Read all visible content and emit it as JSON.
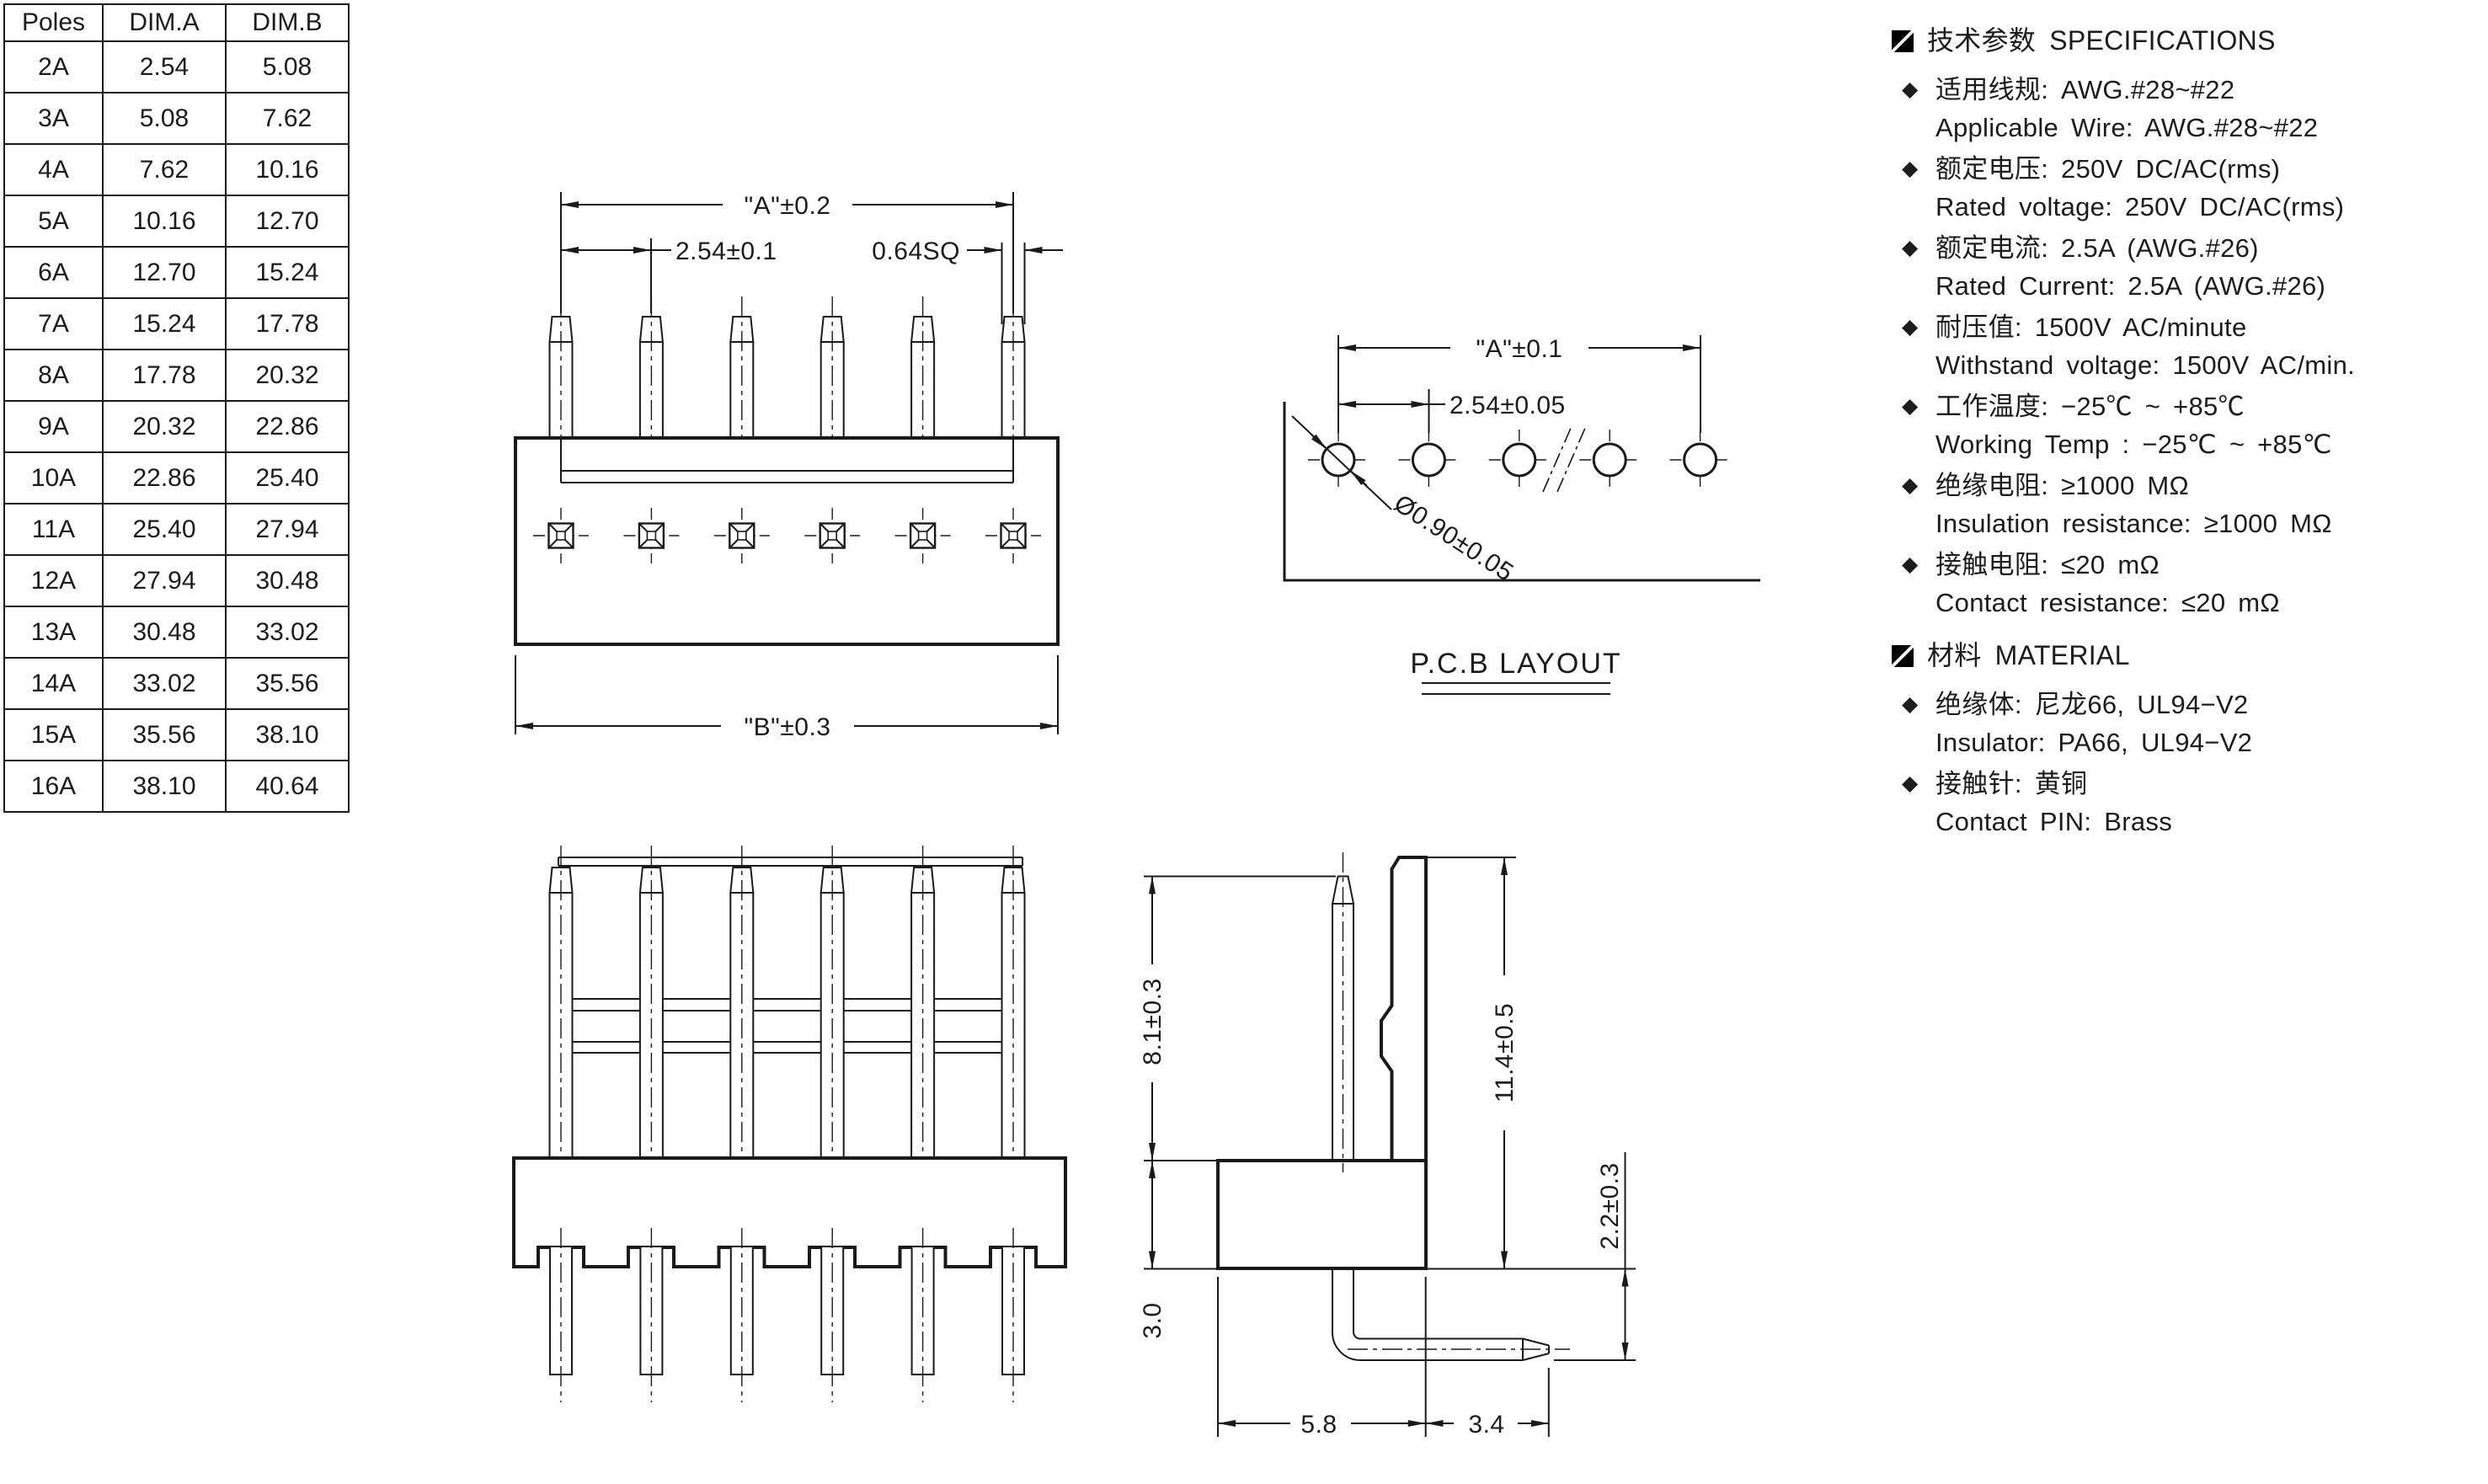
{
  "table": {
    "headers": [
      "Poles",
      "DIM.A",
      "DIM.B"
    ],
    "rows": [
      [
        "2A",
        "2.54",
        "5.08"
      ],
      [
        "3A",
        "5.08",
        "7.62"
      ],
      [
        "4A",
        "7.62",
        "10.16"
      ],
      [
        "5A",
        "10.16",
        "12.70"
      ],
      [
        "6A",
        "12.70",
        "15.24"
      ],
      [
        "7A",
        "15.24",
        "17.78"
      ],
      [
        "8A",
        "17.78",
        "20.32"
      ],
      [
        "9A",
        "20.32",
        "22.86"
      ],
      [
        "10A",
        "22.86",
        "25.40"
      ],
      [
        "11A",
        "25.40",
        "27.94"
      ],
      [
        "12A",
        "27.94",
        "30.48"
      ],
      [
        "13A",
        "30.48",
        "33.02"
      ],
      [
        "14A",
        "33.02",
        "35.56"
      ],
      [
        "15A",
        "35.56",
        "38.10"
      ],
      [
        "16A",
        "38.10",
        "40.64"
      ]
    ]
  },
  "specs": {
    "title_cn": "技术参数",
    "title_en": "SPECIFICATIONS",
    "items": [
      {
        "cn": "适用线规:  AWG.#28~#22",
        "en": "Applicable Wire:  AWG.#28~#22"
      },
      {
        "cn": "额定电压: 250V DC/AC(rms)",
        "en": "Rated voltage:  250V DC/AC(rms)"
      },
      {
        "cn": "额定电流:  2.5A (AWG.#26)",
        "en": "Rated Current:  2.5A (AWG.#26)"
      },
      {
        "cn": "耐压值:  1500V AC/minute",
        "en": "Withstand voltage:  1500V AC/min."
      },
      {
        "cn": "工作温度:  −25℃ ~ +85℃",
        "en": "Working Temp : −25℃ ~ +85℃"
      },
      {
        "cn": "绝缘电阻:   ≥1000 MΩ",
        "en": "Insulation resistance:  ≥1000 MΩ"
      },
      {
        "cn": "接触电阻:  ≤20 mΩ",
        "en": "Contact resistance:  ≤20 mΩ"
      }
    ]
  },
  "material": {
    "title_cn": "材料",
    "title_en": "MATERIAL",
    "items": [
      {
        "cn": "绝缘体:  尼龙66, UL94−V2",
        "en": "Insulator:  PA66, UL94−V2"
      },
      {
        "cn": "接触针:  黄铜",
        "en": "Contact PIN:  Brass"
      }
    ]
  },
  "drawings": {
    "front": {
      "dim_span": "\"A\"±0.2",
      "dim_pitch": "2.54±0.1",
      "dim_pin": "0.64SQ",
      "dim_width": "\"B\"±0.3"
    },
    "pcb": {
      "dim_span": "\"A\"±0.1",
      "dim_pitch": "2.54±0.05",
      "dim_hole": "Ø0.90±0.05",
      "title": "P.C.B LAYOUT"
    },
    "side": {
      "dim_pin_height": "8.1±0.3",
      "dim_body_thickness": "3.0",
      "dim_total_height": "11.4±0.5",
      "dim_pin_offset": "2.2±0.3",
      "dim_body_width": "5.8",
      "dim_tail_length": "3.4"
    }
  }
}
